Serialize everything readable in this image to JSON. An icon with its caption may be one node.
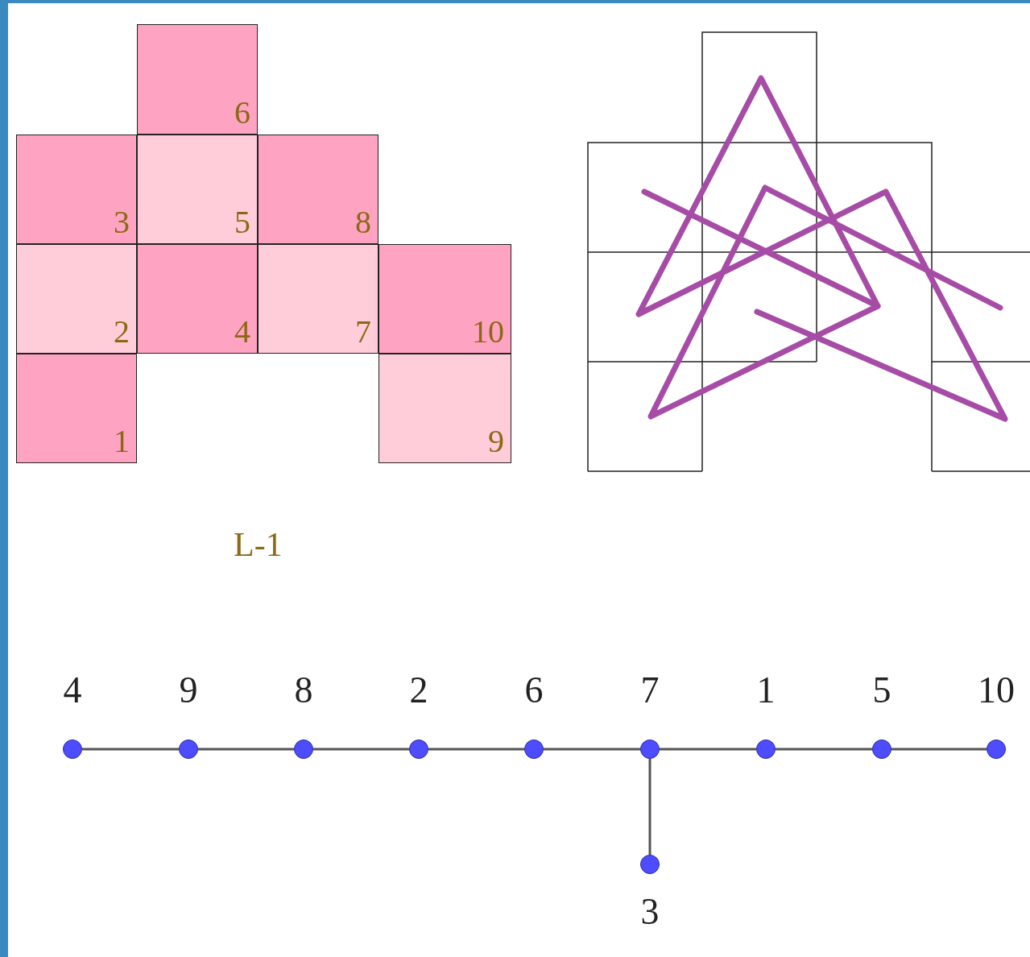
{
  "diagram": {
    "nodes": [
      {
        "text": [
          "6"
        ]
      },
      {
        "text": [
          "3"
        ]
      },
      {
        "text": [
          "5"
        ]
      },
      {
        "text": [
          "8"
        ]
      },
      {
        "text": [
          "2"
        ]
      },
      {
        "text": [
          "4"
        ]
      },
      {
        "text": [
          "7"
        ]
      },
      {
        "text": [
          "10"
        ]
      },
      {
        "text": [
          "1"
        ]
      },
      {
        "text": [
          "9"
        ]
      },
      {
        "text": [
          "4"
        ]
      },
      {
        "text": [
          "9"
        ]
      },
      {
        "text": [
          "8"
        ]
      },
      {
        "text": [
          "2"
        ]
      },
      {
        "text": [
          "6"
        ]
      },
      {
        "text": [
          "7"
        ]
      },
      {
        "text": [
          "1"
        ]
      },
      {
        "text": [
          "5"
        ]
      },
      {
        "text": [
          "10"
        ]
      },
      {
        "text": [
          "3"
        ]
      }
    ],
    "edges": [
      {
        "from": 10,
        "to": 11,
        "arrow": "none"
      },
      {
        "from": 11,
        "to": 12,
        "arrow": "none"
      },
      {
        "from": 12,
        "to": 13,
        "arrow": "none"
      },
      {
        "from": 13,
        "to": 14,
        "arrow": "none"
      },
      {
        "from": 14,
        "to": 15,
        "arrow": "none"
      },
      {
        "from": 15,
        "to": 16,
        "arrow": "none"
      },
      {
        "from": 16,
        "to": 17,
        "arrow": "none"
      },
      {
        "from": 17,
        "to": 18,
        "arrow": "none"
      },
      {
        "from": 15,
        "to": 19,
        "arrow": "none"
      }
    ],
    "labels": [
      "L-1"
    ]
  }
}
